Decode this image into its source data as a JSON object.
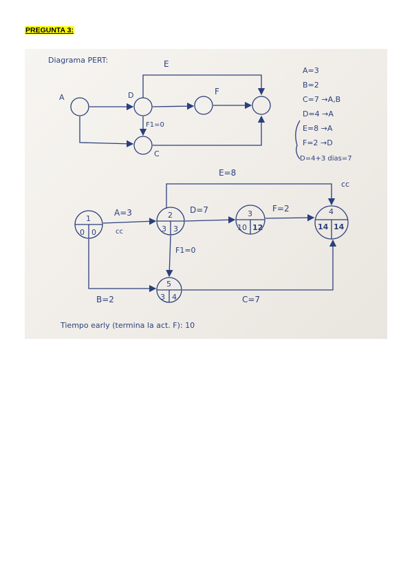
{
  "heading": "PREGUNTA 3:",
  "photo": {
    "top_diagram": {
      "title": "Diagrama PERT:",
      "node_label_A": "A",
      "node_label_D": "D",
      "node_label_C": "C",
      "edge_label_E": "E",
      "edge_label_F": "F",
      "dummy_label": "F1=0"
    },
    "durations": [
      "A=3",
      "B=2",
      "C=7 →A,B",
      "D=4 →A",
      "E=8 →A",
      "F=2 →D",
      "D=4+3 dias=7"
    ],
    "bottom_diagram": {
      "edge_E": "E=8",
      "edge_A": "A=3",
      "edge_A_mark": "cc",
      "edge_D": "D=7",
      "edge_F": "F=2",
      "edge_B": "B=2",
      "edge_C": "C=7",
      "dummy": "F1=0",
      "critical_mark": "cc",
      "nodes": [
        {
          "id": "1",
          "early": "0",
          "late": "0"
        },
        {
          "id": "2",
          "early": "3",
          "late": "3"
        },
        {
          "id": "3",
          "early": "10",
          "late": "12"
        },
        {
          "id": "4",
          "early": "14",
          "late": "14"
        },
        {
          "id": "5",
          "early": "3",
          "late": "4"
        }
      ]
    },
    "answer": "Tiempo early (termina la act. F): 10"
  }
}
